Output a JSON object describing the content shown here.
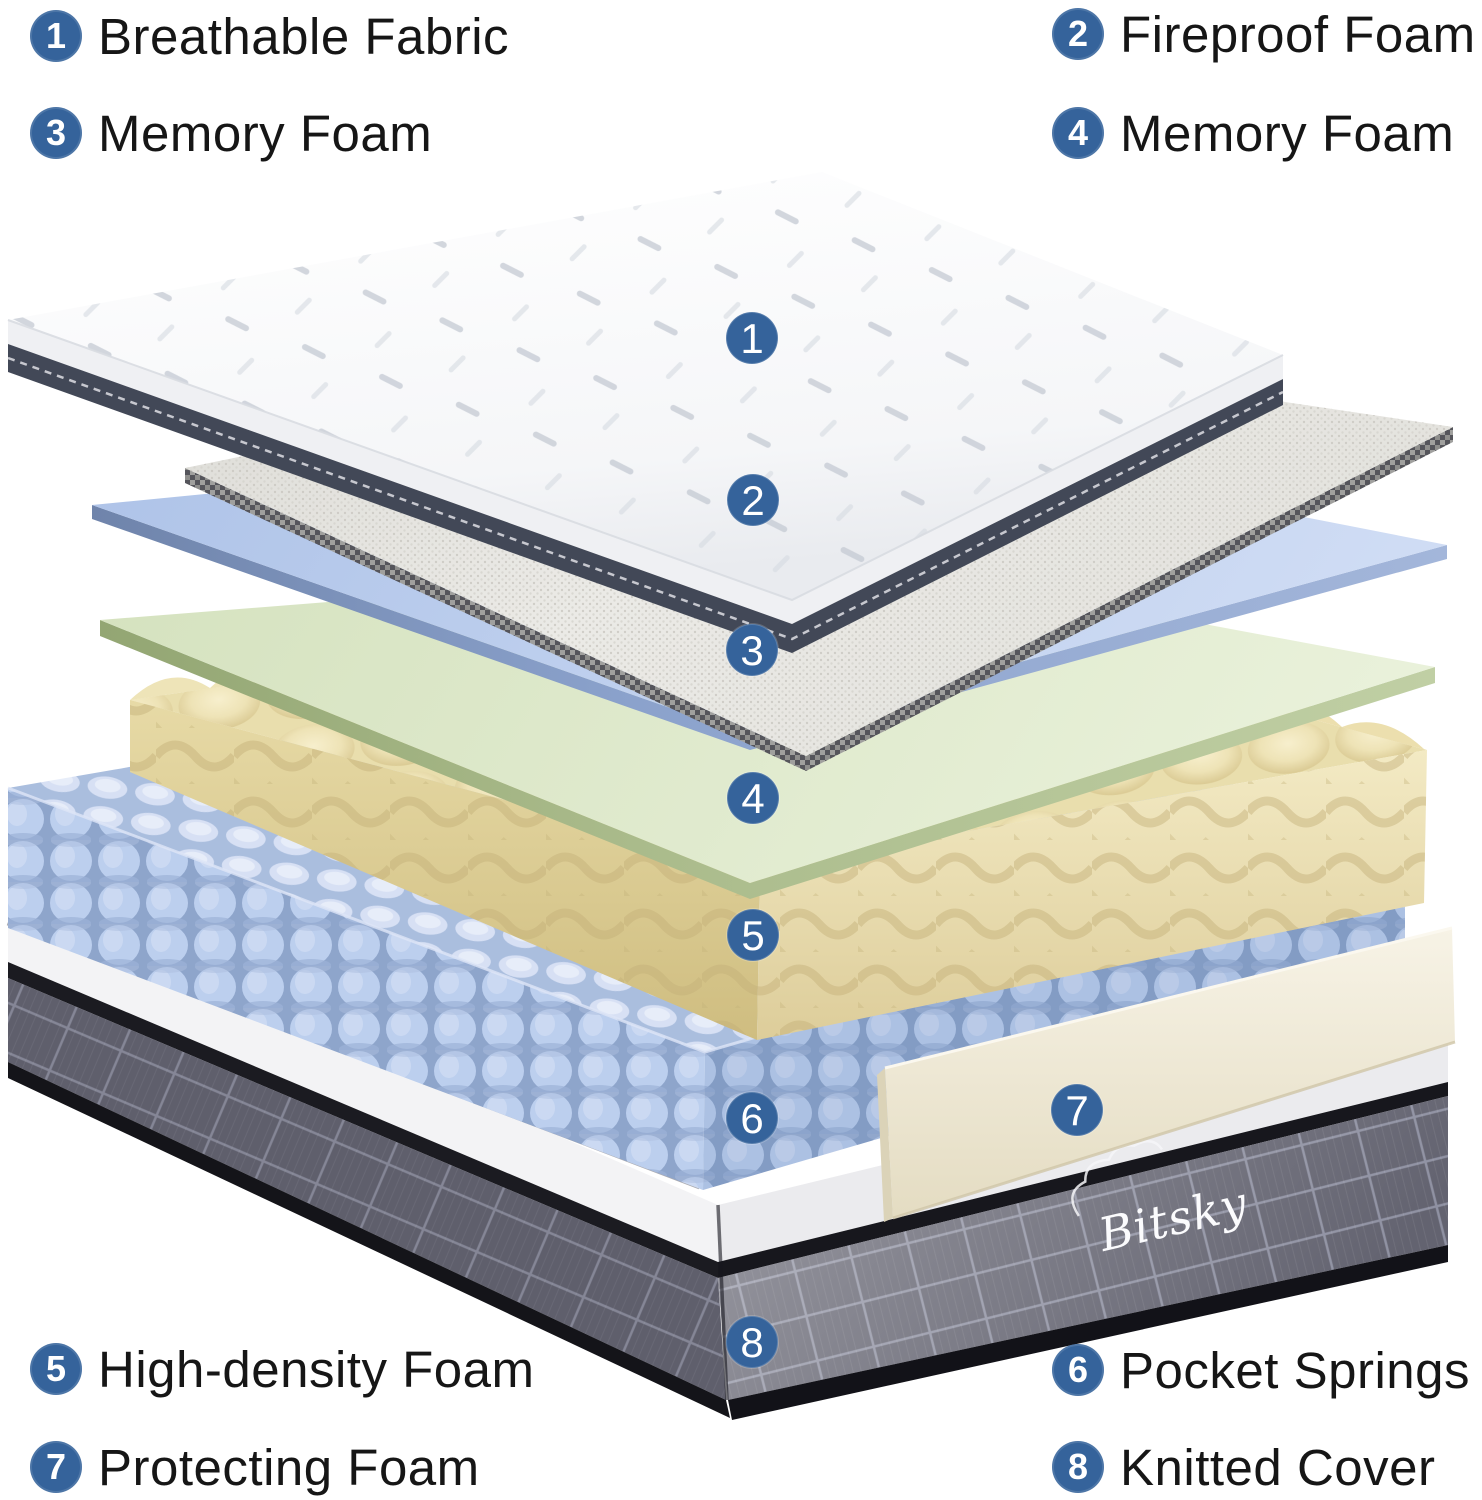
{
  "page": {
    "background": "#ffffff"
  },
  "legend": {
    "badge_color": "#35639b",
    "text_color": "#161616",
    "items": [
      {
        "num": "1",
        "label": "Breathable Fabric"
      },
      {
        "num": "2",
        "label": "Fireproof Foam"
      },
      {
        "num": "3",
        "label": "Memory Foam"
      },
      {
        "num": "4",
        "label": "Memory Foam"
      },
      {
        "num": "5",
        "label": "High-density Foam"
      },
      {
        "num": "6",
        "label": "Pocket Springs"
      },
      {
        "num": "7",
        "label": "Protecting Foam"
      },
      {
        "num": "8",
        "label": "Knitted Cover"
      }
    ]
  },
  "diagram": {
    "brand": "Bitsky",
    "markers": [
      {
        "num": "1",
        "layer": "Breathable Fabric"
      },
      {
        "num": "2",
        "layer": "Fireproof Foam"
      },
      {
        "num": "3",
        "layer": "Memory Foam"
      },
      {
        "num": "4",
        "layer": "Memory Foam"
      },
      {
        "num": "5",
        "layer": "High-density Foam"
      },
      {
        "num": "6",
        "layer": "Pocket Springs"
      },
      {
        "num": "7",
        "layer": "Protecting Foam"
      },
      {
        "num": "8",
        "layer": "Knitted Cover"
      }
    ],
    "layer_colors": {
      "breathable_fabric": "#f7f8fa",
      "fireproof_foam": "#eae9e5",
      "memory_foam_blue": "#bfd1ee",
      "memory_foam_green": "#dde9cb",
      "high_density_foam": "#eee4b8",
      "pocket_springs": "#b7cae9",
      "protecting_foam": "#f2edda",
      "knitted_cover": "#66667a",
      "marker_blue": "#35639b"
    }
  }
}
